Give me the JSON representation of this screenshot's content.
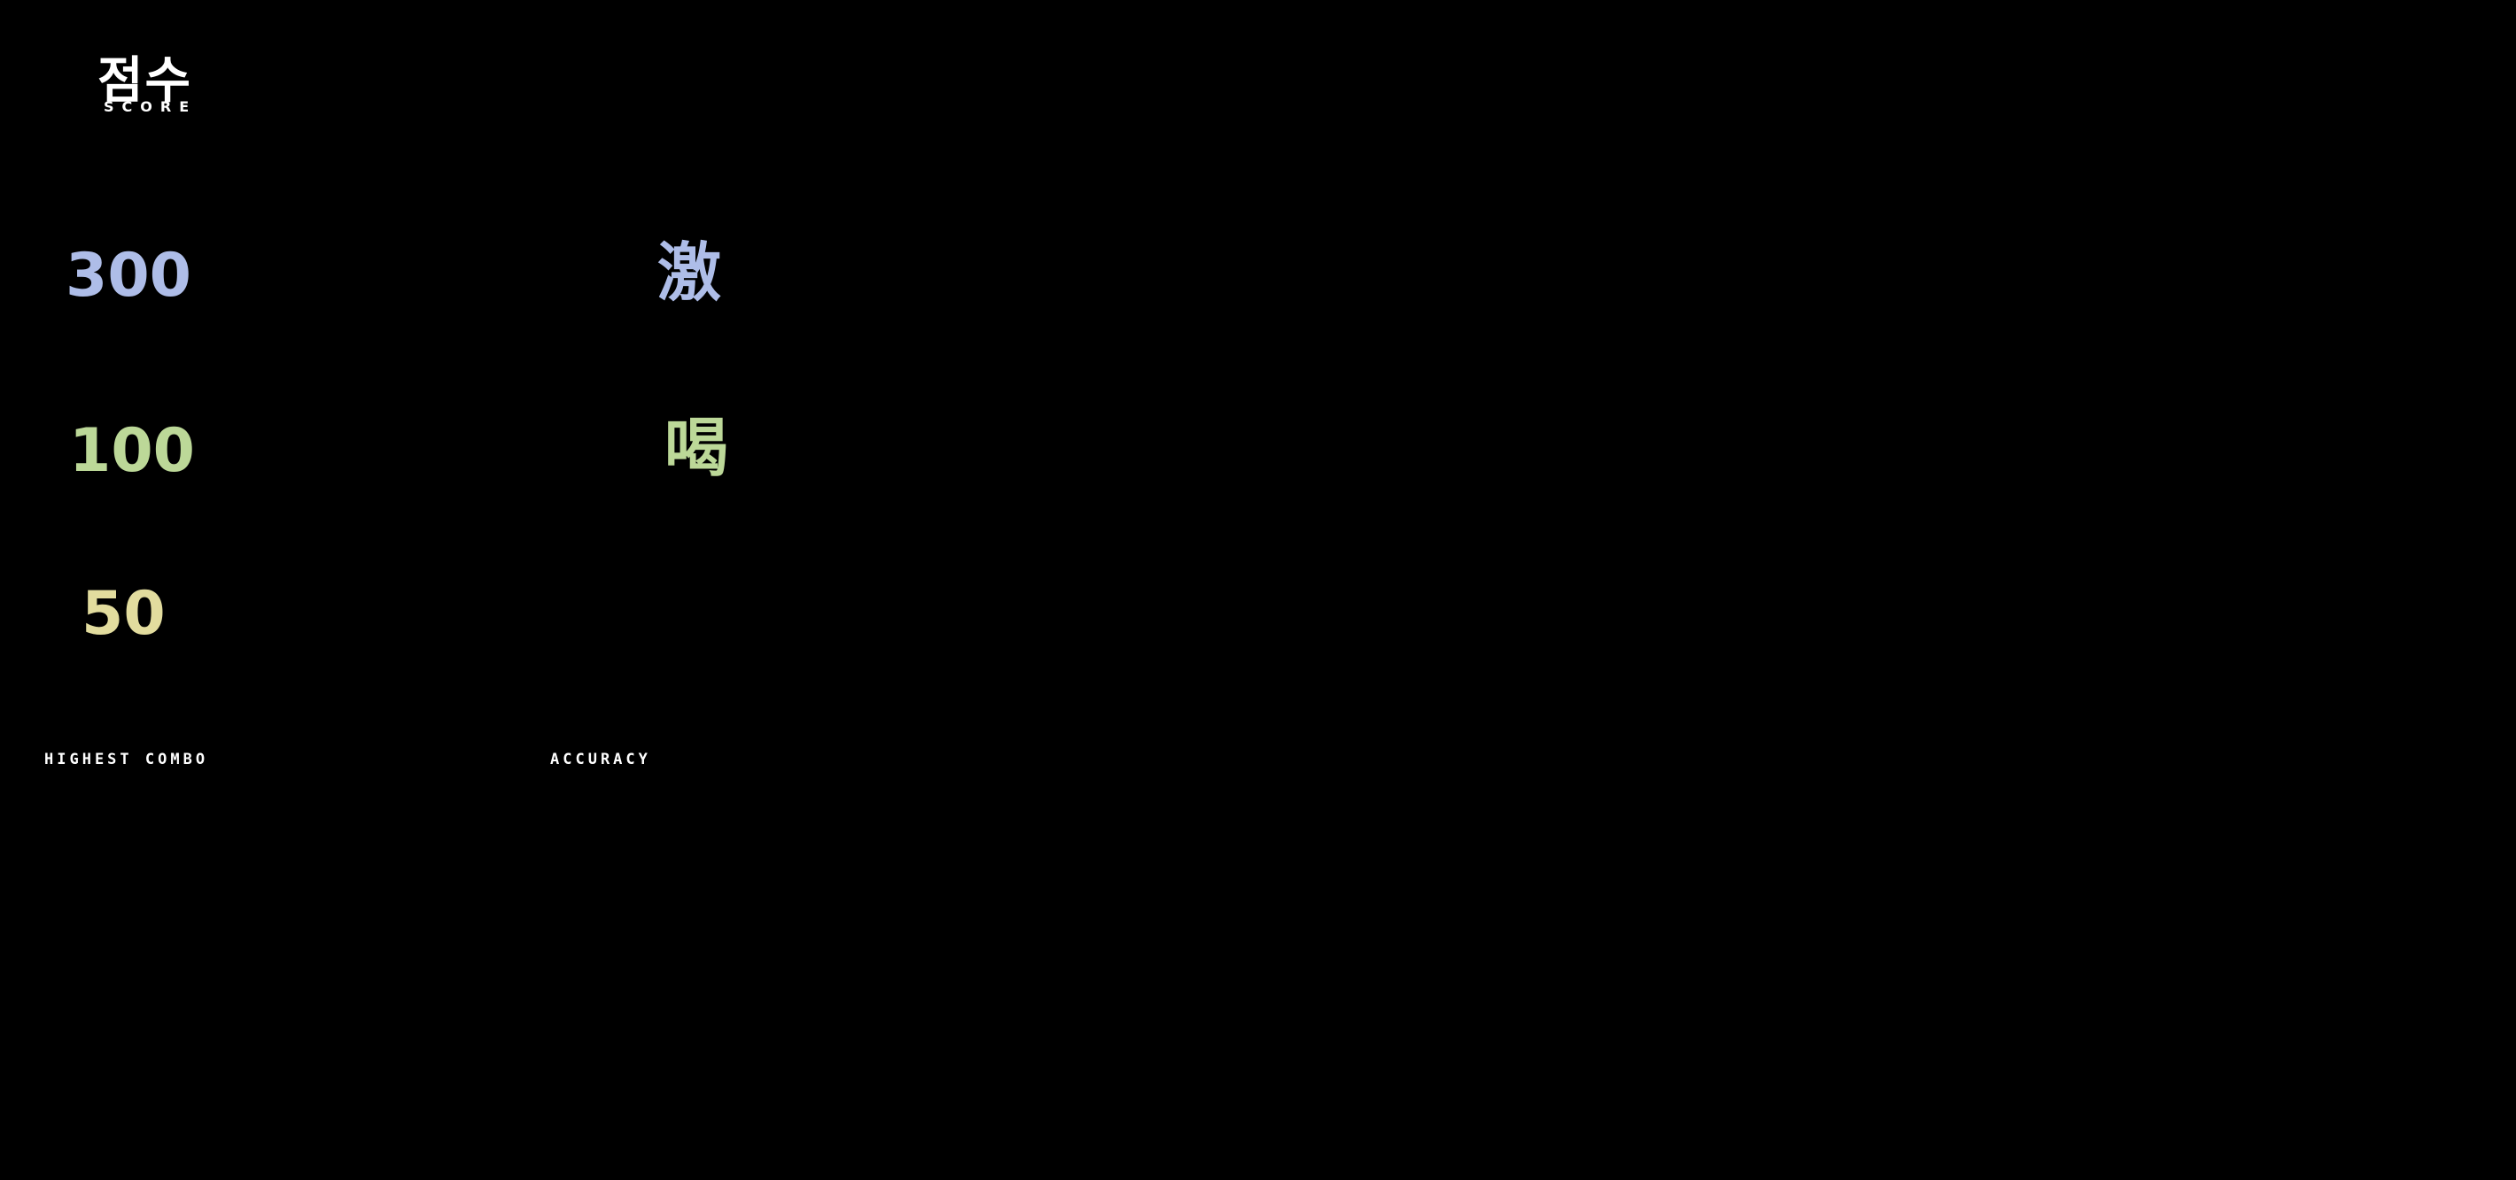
{
  "header": {
    "title": "점수",
    "subtitle": "SCORE"
  },
  "results": {
    "hit300": {
      "label": "300",
      "bonus_label": "激",
      "color": "#aebde8"
    },
    "hit100": {
      "label": "100",
      "bonus_label": "喝",
      "color": "#bcd898"
    },
    "hit50": {
      "label": "50",
      "color": "#e2dc9e"
    }
  },
  "stats": {
    "highest_combo_label": "HIGHEST COMBO",
    "accuracy_label": "ACCURACY"
  },
  "colors": {
    "background": "#000000",
    "text": "#ffffff",
    "hit300": "#aebde8",
    "hit100": "#bcd898",
    "hit50": "#e2dc9e"
  }
}
